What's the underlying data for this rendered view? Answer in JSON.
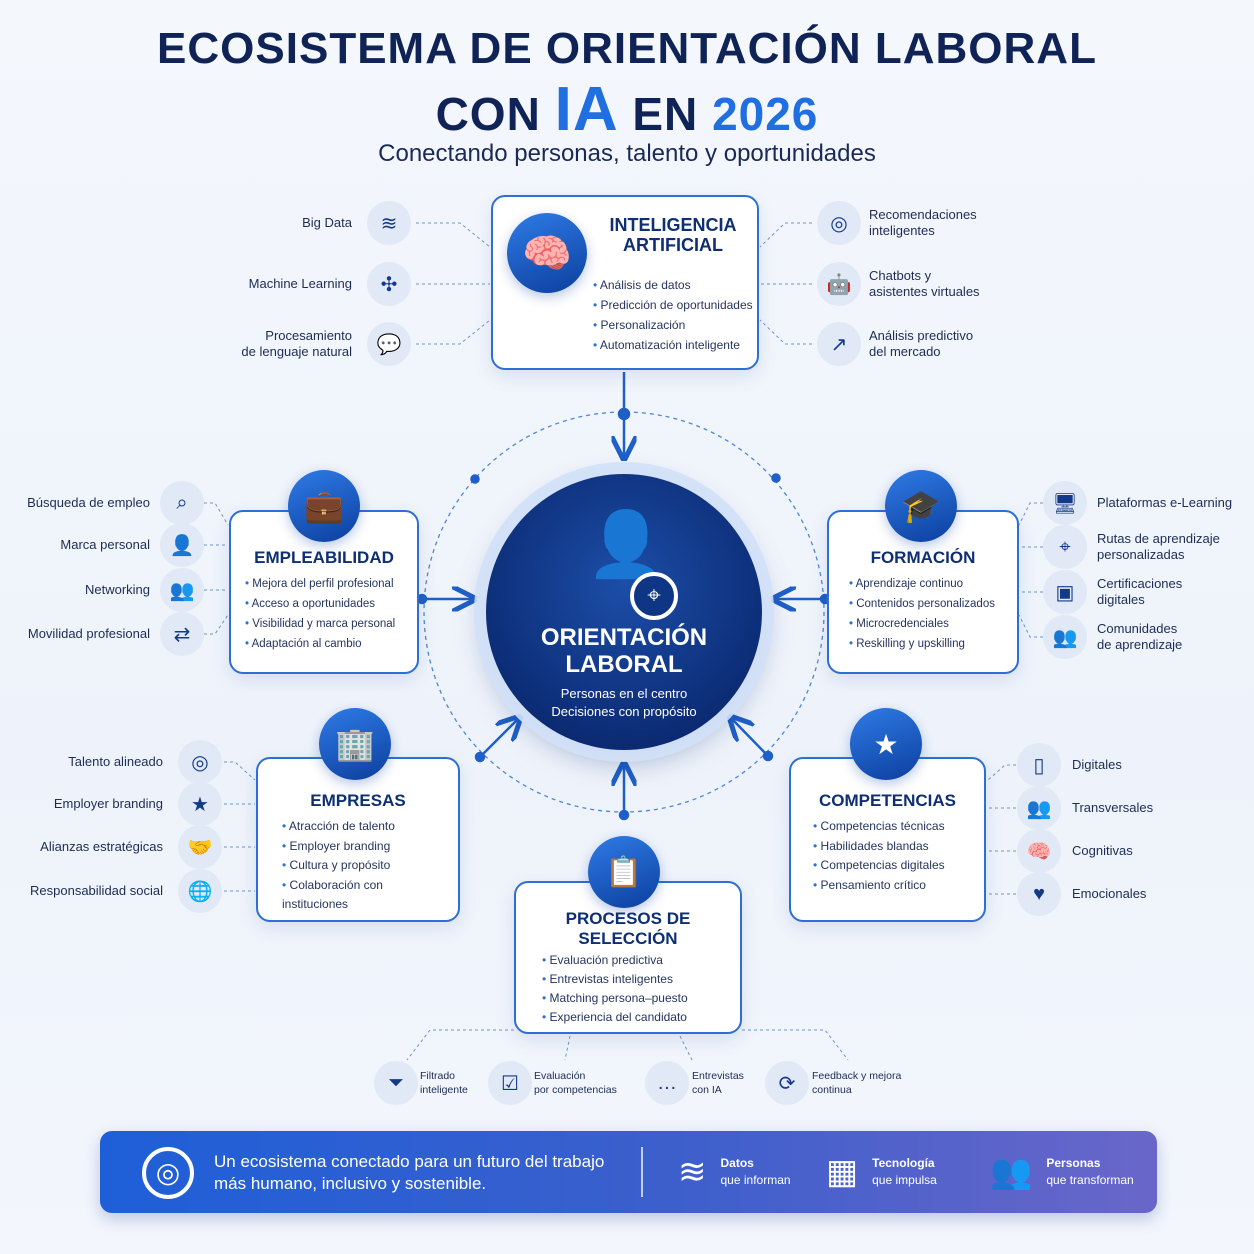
{
  "title": {
    "line1": "ECOSISTEMA DE ORIENTACIÓN LABORAL",
    "con": "CON",
    "ia": "IA",
    "en": "EN",
    "year": "2026",
    "subtitle": "Conectando personas, talento y oportunidades"
  },
  "ai": {
    "title1": "INTELIGENCIA",
    "title2": "ARTIFICIAL",
    "bullets": [
      "Análisis de datos",
      "Predicción de oportunidades",
      "Personalización",
      "Automatización inteligente"
    ],
    "left": [
      {
        "label": "Big Data",
        "icon": "database-icon"
      },
      {
        "label": "Machine Learning",
        "icon": "network-icon"
      },
      {
        "label": "Procesamiento\nde lenguaje natural",
        "icon": "chat-icon"
      }
    ],
    "right": [
      {
        "label": "Recomendaciones\ninteligentes",
        "icon": "target-icon"
      },
      {
        "label": "Chatbots y\nasistentes virtuales",
        "icon": "robot-icon"
      },
      {
        "label": "Análisis predictivo\ndel mercado",
        "icon": "trend-up-icon"
      }
    ]
  },
  "center": {
    "title1": "ORIENTACIÓN",
    "title2": "LABORAL",
    "line1": "Personas en el centro",
    "line2": "Decisiones con propósito"
  },
  "empleabilidad": {
    "title": "EMPLEABILIDAD",
    "bullets": [
      "Mejora del perfil profesional",
      "Acceso a oportunidades",
      "Visibilidad y marca personal",
      "Adaptación al cambio"
    ],
    "items": [
      {
        "label": "Búsqueda de empleo",
        "icon": "search-icon"
      },
      {
        "label": "Marca personal",
        "icon": "user-icon"
      },
      {
        "label": "Networking",
        "icon": "people-icon"
      },
      {
        "label": "Movilidad profesional",
        "icon": "arrows-icon"
      }
    ]
  },
  "formacion": {
    "title": "FORMACIÓN",
    "bullets": [
      "Aprendizaje continuo",
      "Contenidos personalizados",
      "Microcredenciales",
      "Reskilling y upskilling"
    ],
    "items": [
      {
        "label": "Plataformas e-Learning",
        "icon": "monitor-icon"
      },
      {
        "label": "Rutas de aprendizaje\npersonalizadas",
        "icon": "route-icon"
      },
      {
        "label": "Certificaciones\ndigitales",
        "icon": "certificate-icon"
      },
      {
        "label": "Comunidades\nde aprendizaje",
        "icon": "community-icon"
      }
    ]
  },
  "empresas": {
    "title": "EMPRESAS",
    "bullets": [
      "Atracción de talento",
      "Employer branding",
      "Cultura y propósito",
      "Colaboración con\ninstituciones"
    ],
    "items": [
      {
        "label": "Talento alineado",
        "icon": "target-icon"
      },
      {
        "label": "Employer branding",
        "icon": "star-icon"
      },
      {
        "label": "Alianzas estratégicas",
        "icon": "handshake-icon"
      },
      {
        "label": "Responsabilidad social",
        "icon": "globe-people-icon"
      }
    ]
  },
  "competencias": {
    "title": "COMPETENCIAS",
    "bullets": [
      "Competencias técnicas",
      "Habilidades blandas",
      "Competencias digitales",
      "Pensamiento crítico"
    ],
    "items": [
      {
        "label": "Digitales",
        "icon": "phone-icon"
      },
      {
        "label": "Transversales",
        "icon": "users-icon"
      },
      {
        "label": "Cognitivas",
        "icon": "brain-icon"
      },
      {
        "label": "Emocionales",
        "icon": "heart-icon"
      }
    ]
  },
  "procesos": {
    "title1": "PROCESOS DE",
    "title2": "SELECCIÓN",
    "bullets": [
      "Evaluación predictiva",
      "Entrevistas inteligentes",
      "Matching persona–puesto",
      "Experiencia del candidato"
    ],
    "items": [
      {
        "label": "Filtrado\ninteligente",
        "icon": "filter-icon"
      },
      {
        "label": "Evaluación\npor competencias",
        "icon": "clipboard-check-icon"
      },
      {
        "label": "Entrevistas\ncon IA",
        "icon": "chat-dots-icon"
      },
      {
        "label": "Feedback y mejora\ncontinua",
        "icon": "refresh-icon"
      }
    ]
  },
  "banner": {
    "text1": "Un ecosistema conectado para un futuro del trabajo",
    "text2": "más humano, inclusivo y sostenible.",
    "items": [
      {
        "title": "Datos",
        "sub": "que informan",
        "icon": "database-icon"
      },
      {
        "title": "Tecnología",
        "sub": "que impulsa",
        "icon": "chip-icon"
      },
      {
        "title": "Personas",
        "sub": "que transforman",
        "icon": "people-icon"
      }
    ]
  },
  "colors": {
    "navy": "#0f2356",
    "accent": "#1f6fe0",
    "border": "#2d6fd6"
  }
}
